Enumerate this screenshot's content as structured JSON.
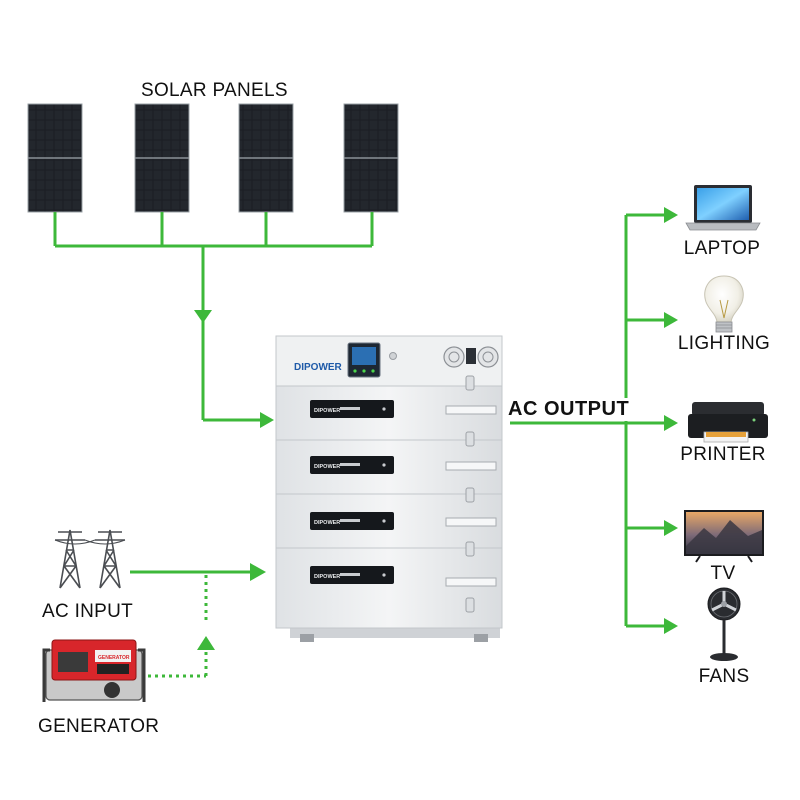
{
  "title": "SOLAR PANELS",
  "inverter": {
    "brand": "DIPOWER",
    "module_brand": "DIPOWER"
  },
  "ac_output_label": "AC OUTPUT",
  "inputs": {
    "ac_input": "AC INPUT",
    "generator": "GENERATOR",
    "generator_brand": "GENERATOR"
  },
  "loads": [
    "LAPTOP",
    "LIGHTING",
    "PRINTER",
    "TV",
    "FANS"
  ],
  "colors": {
    "line": "#3db83a",
    "arrow": "#3db83a",
    "panel": "#1a1c20",
    "cabinet": "#eceef0",
    "generator": "#d8262b",
    "text": "#111111"
  },
  "icons": [
    "solar-panel-icon",
    "power-tower-icon",
    "generator-icon",
    "laptop-icon",
    "light-bulb-icon",
    "printer-icon",
    "tv-icon",
    "fan-icon",
    "battery-inverter-cabinet"
  ]
}
